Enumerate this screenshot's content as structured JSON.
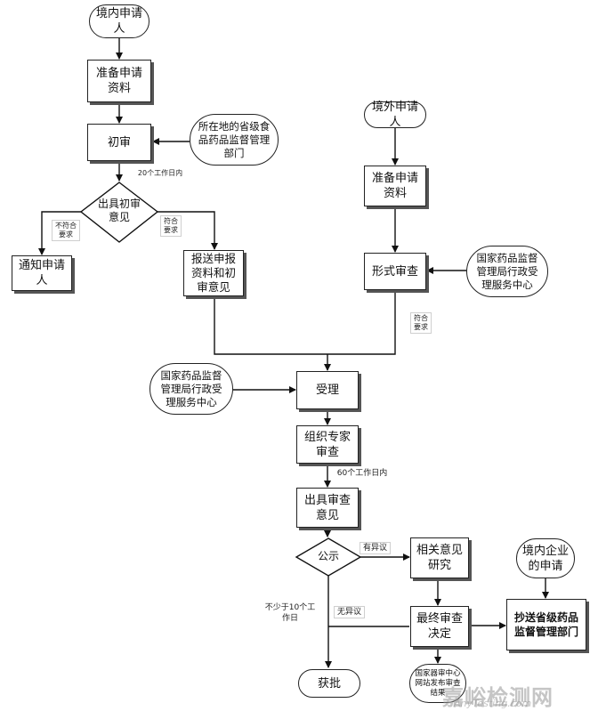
{
  "nodes": {
    "domestic_applicant": "境内申请\n人",
    "prepare_materials_1": "准备申请\n资料",
    "provincial_fda": "所在地的省级食\n品药品监督管理\n部门",
    "preliminary_review": "初审",
    "issue_preliminary_opinion": "出具初审\n意见",
    "notify_applicant": "通知申请\n人",
    "submit_materials": "报送申报\n资料和初\n审意见",
    "foreign_applicant": "境外申请\n人",
    "prepare_materials_2": "准备申请\n资料",
    "formal_review": "形式审查",
    "nmpa_center_1": "国家药品监督\n管理局行政受\n理服务中心",
    "nmpa_center_2": "国家药品监督\n管理局行政受\n理服务中心",
    "acceptance": "受理",
    "expert_review": "组织专家\n审查",
    "issue_review_opinion": "出具审查\n意见",
    "public_notice": "公示",
    "related_opinion_study": "相关意见\n研究",
    "final_decision": "最终审查\n决定",
    "domestic_enterprise_application": "境内企业\n的申请",
    "copy_to_provincial": "抄送省级药品\n监督管理部门",
    "approval": "获批",
    "publish_result": "国家器审中心\n网站发布审查\n结果"
  },
  "edge_labels": {
    "days_20": "20个工作日内",
    "not_compliant": "不符合\n要求",
    "compliant_1": "符合\n要求",
    "compliant_2": "符合\n要求",
    "days_60": "60个工作日内",
    "has_objection": "有异议",
    "no_objection": "无异议",
    "min_10_days": "不少于10个工\n作日"
  },
  "watermark": {
    "text": "嘉峪检测网",
    "sub": "AnyTesting.com"
  }
}
